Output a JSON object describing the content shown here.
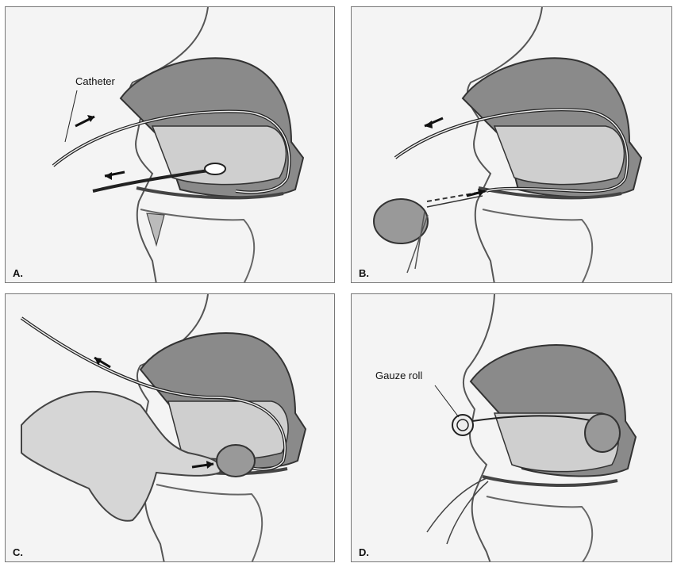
{
  "panels": [
    {
      "label": "A.",
      "callout": "Catheter"
    },
    {
      "label": "B.",
      "callout": ""
    },
    {
      "label": "C.",
      "callout": ""
    },
    {
      "label": "D.",
      "callout": "Gauze roll"
    }
  ]
}
